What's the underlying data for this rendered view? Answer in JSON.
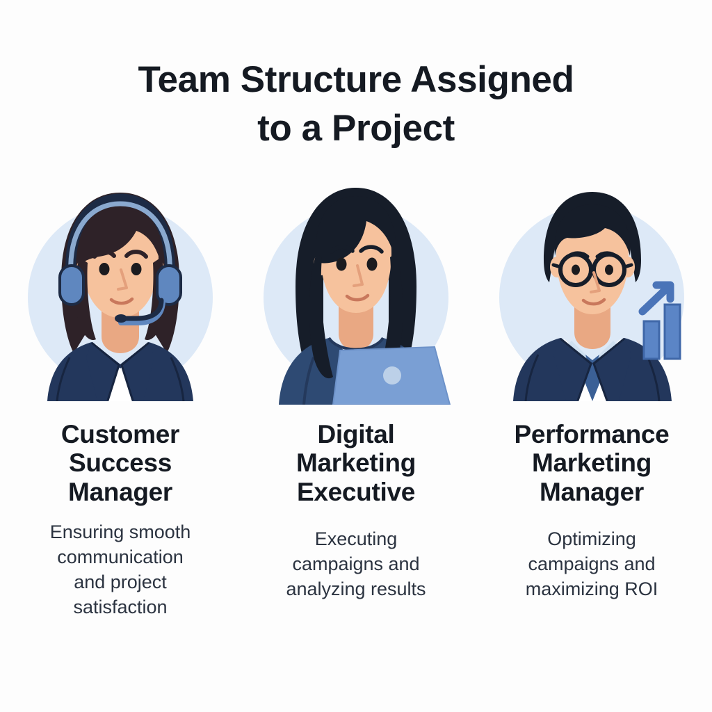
{
  "page": {
    "background_color": "#fdfdfd",
    "title_line_1": "Team Structure Assigned",
    "title_line_2": "to a Project",
    "title_color": "#151a22"
  },
  "palette": {
    "circle_bg": "#dde9f7",
    "skin": "#f6c29d",
    "skin_shadow": "#e9a883",
    "hair_dark_brown": "#2e2228",
    "hair_black": "#161d29",
    "navy_suit": "#23375c",
    "navy_suit_dark": "#172540",
    "shirt_white": "#ffffff",
    "shirt_shadow": "#cfe0f0",
    "top_blue": "#2e4a73",
    "laptop_blue": "#7a9fd4",
    "laptop_logo": "#bcd0e8",
    "headset_blue": "#5f87bf",
    "headset_band": "#8aa9cf",
    "tie_blue": "#3b6096",
    "chart_blue": "#4a74b8",
    "text_dark": "#151a22",
    "text_body": "#2b3340"
  },
  "cards": [
    {
      "id": "customer-success-manager",
      "role": "Customer\nSuccess\nManager",
      "description": "Ensuring smooth\ncommunication\nand project\nsatisfaction",
      "avatar": {
        "name": "avatar-headset-woman",
        "description": "Woman wearing a call-center headset, dark brown shoulder-length hair, navy blazer over white shirt",
        "accessories": [
          "headset",
          "microphone-boom",
          "blazer",
          "white-shirt"
        ]
      }
    },
    {
      "id": "digital-marketing-executive",
      "role": "Digital\nMarketing\nExecutive",
      "description": "Executing\ncampaigns and\nanalyzing results",
      "avatar": {
        "name": "avatar-laptop-woman",
        "description": "Woman with long black hair in a dark blue top working behind an open laptop",
        "accessories": [
          "laptop",
          "laptop-logo"
        ]
      }
    },
    {
      "id": "performance-marketing-manager",
      "role": "Performance\nMarketing\nManager",
      "description": "Optimizing\ncampaigns and\nmaximizing ROI",
      "avatar": {
        "name": "avatar-businessman-chart",
        "description": "Man with round glasses in a navy suit and blue tie, next to a rising bar chart with an upward arrow",
        "accessories": [
          "round-glasses",
          "suit",
          "necktie",
          "growth-chart-arrow",
          "bar-chart"
        ]
      }
    }
  ]
}
